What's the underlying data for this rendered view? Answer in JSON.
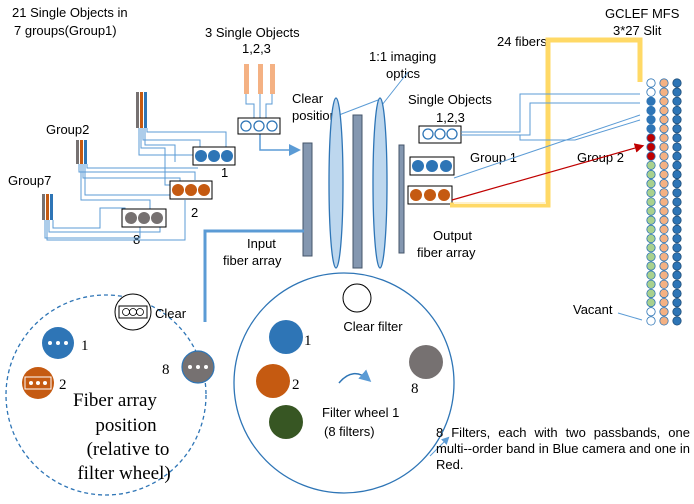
{
  "labels": {
    "single_objects_21": [
      "21 Single Objects in",
      "7 groups(Group1)"
    ],
    "single_objects_3": "3 Single Objects",
    "nums_123_top": "1,2,3",
    "clear_position": [
      "Clear",
      "position"
    ],
    "imaging_optics": [
      "1:1 imaging",
      "optics"
    ],
    "single_objects_right": "Single Objects",
    "nums_123_right": "1,2,3",
    "fibers_24": "24  fibers",
    "gclef": [
      "GCLEF MFS",
      "3*27 Slit"
    ],
    "group2": "Group2",
    "group7": "Group7",
    "group_1_right": "Group 1",
    "group_2_right": "Group 2",
    "num_1": "1",
    "num_2": "2",
    "num_8": "8",
    "input_fiber_array": [
      "Input",
      "fiber array"
    ],
    "output_fiber_array": [
      "Output",
      "fiber array"
    ],
    "vacant": "Vacant",
    "fiber_array_position": [
      "Fiber array",
      "position",
      "(relative to",
      "filter wheel)"
    ],
    "clear_left": "Clear",
    "left_num_1": "1",
    "left_num_2": "2",
    "left_num_8": "8",
    "clear_filter": "Clear filter",
    "filter_num_1": "1",
    "filter_num_2": "2",
    "filter_num_8": "8",
    "filter_wheel": [
      "Filter wheel 1",
      "(8 filters)"
    ],
    "filters_note": "8 Filters, each with two passbands, one multi--order band in Blue camera and one in Red."
  },
  "colors": {
    "blue": "#2e75b6",
    "orange": "#c55a11",
    "gray": "#767171",
    "green": "#375623",
    "fiber_line": "#5b9bd5",
    "red_line": "#c00000",
    "gold": "#ffd966",
    "lens": "#bdd7ee",
    "plate": "#8497b0"
  },
  "slit_columns": {
    "col1": [
      "white",
      "white",
      "blue",
      "blue",
      "blue",
      "blue",
      "red",
      "red",
      "red",
      "green",
      "green",
      "green",
      "green",
      "green",
      "green",
      "green",
      "green",
      "green",
      "green",
      "green",
      "green",
      "green",
      "green",
      "green",
      "green",
      "white",
      "white"
    ],
    "col2": [
      "tan",
      "tan",
      "tan",
      "tan",
      "tan",
      "tan",
      "tan",
      "tan",
      "tan",
      "tan",
      "tan",
      "tan",
      "tan",
      "tan",
      "tan",
      "tan",
      "tan",
      "tan",
      "tan",
      "tan",
      "tan",
      "tan",
      "tan",
      "tan",
      "tan",
      "tan",
      "tan"
    ],
    "col3": [
      "blue",
      "blue",
      "blue",
      "blue",
      "blue",
      "blue",
      "blue",
      "blue",
      "blue",
      "blue",
      "blue",
      "blue",
      "blue",
      "blue",
      "blue",
      "blue",
      "blue",
      "blue",
      "blue",
      "blue",
      "blue",
      "blue",
      "blue",
      "blue",
      "blue",
      "blue",
      "blue"
    ]
  },
  "filter_wheel_colors": [
    "white",
    "blue",
    "orange",
    "green",
    "gray"
  ]
}
